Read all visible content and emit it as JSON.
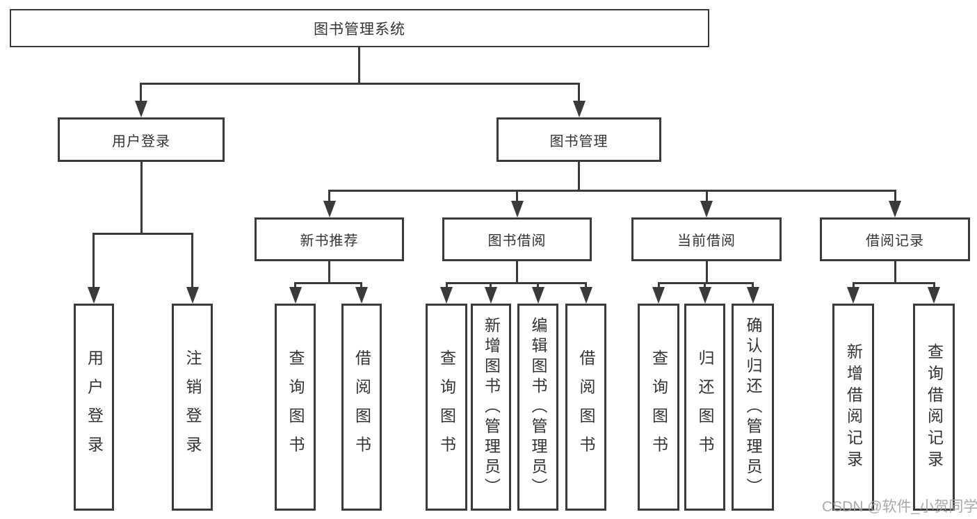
{
  "tree": {
    "label": "图书管理系统",
    "children": [
      {
        "label": "用户登录",
        "children": [
          {
            "label": "用户登录"
          },
          {
            "label": "注销登录"
          }
        ]
      },
      {
        "label": "图书管理",
        "children": [
          {
            "label": "新书推荐",
            "children": [
              {
                "label": "查询图书"
              },
              {
                "label": "借阅图书"
              }
            ]
          },
          {
            "label": "图书借阅",
            "children": [
              {
                "label": "查询图书"
              },
              {
                "label": "新增图书（管理员）"
              },
              {
                "label": "编辑图书（管理员）"
              },
              {
                "label": "借阅图书"
              }
            ]
          },
          {
            "label": "当前借阅",
            "children": [
              {
                "label": "查询图书"
              },
              {
                "label": "归还图书"
              },
              {
                "label": "确认归还（管理员）"
              }
            ]
          },
          {
            "label": "借阅记录",
            "children": [
              {
                "label": "新增借阅记录"
              },
              {
                "label": "查询借阅记录"
              }
            ]
          }
        ]
      }
    ]
  },
  "watermark": {
    "text": "CSDN @软件_小贺同学"
  },
  "colors": {
    "line": "#3a3a3a",
    "text": "#333333",
    "background": "#ffffff",
    "watermark": "#9e9e9e"
  }
}
